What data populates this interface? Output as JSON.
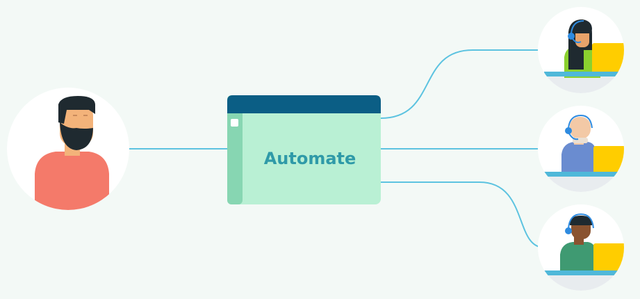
{
  "diagram": {
    "center_box": {
      "label": "Automate"
    },
    "nodes": [
      {
        "role": "customer",
        "icon": "bearded-man-avatar-icon"
      },
      {
        "role": "agent",
        "icon": "agent-woman-headset-icon"
      },
      {
        "role": "agent",
        "icon": "agent-bald-man-headset-icon"
      },
      {
        "role": "agent",
        "icon": "agent-man-headset-icon"
      }
    ],
    "colors": {
      "background": "#f3f9f6",
      "connector_lines": "#5cc3e0",
      "box_header": "#0b5e85",
      "box_body": "#b9f0d4",
      "box_sidebar": "#87d6b2",
      "label_text": "#2f9aa8",
      "desk_screen": "#ffcd00"
    }
  }
}
